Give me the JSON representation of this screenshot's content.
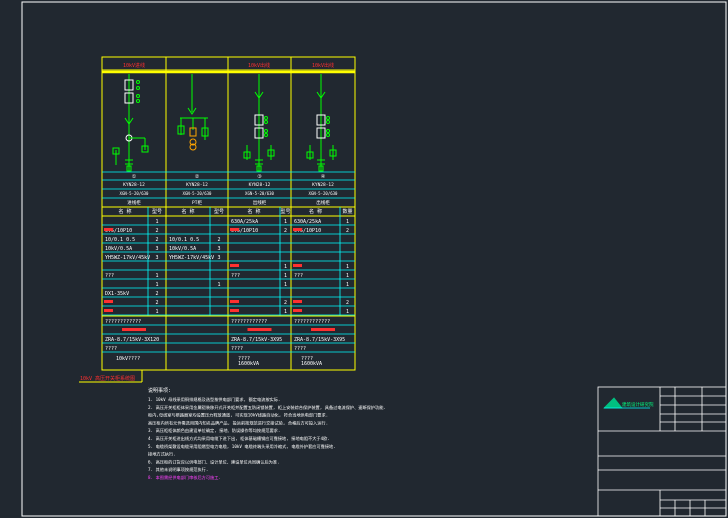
{
  "panel": {
    "headers": [
      "10kV进线",
      "",
      "10kV出线",
      "10kV出线"
    ],
    "circuit_numbers": [
      "①",
      "②",
      "③",
      "④"
    ],
    "cabinet_models": [
      "KYN28-12",
      "KYN28-12",
      "KYN28-12",
      "KYN28-12"
    ],
    "scheme_codes": [
      "XGN-5-20/630",
      "XGN-5-20/630",
      "XGN-5-20/630",
      "XGN-5-20/630"
    ],
    "purposes": [
      "进线柜",
      "PT柜",
      "出线柜",
      "出线柜"
    ],
    "table_header": [
      "名 称",
      "型号",
      "名 称",
      "型号",
      "名 称",
      "型号",
      "名 称",
      "数量"
    ],
    "rows": [
      [
        "",
        "1",
        "",
        "",
        "630A/25kA",
        "1",
        "630A/25kA",
        "1"
      ],
      [
        "0.5/10P10",
        "2",
        "",
        "",
        "0.5/10P10",
        "2",
        "0.5/10P10",
        "2"
      ],
      [
        "10/0.1   0.5",
        "2",
        "10/0.1   0.5",
        "2",
        "",
        "",
        "",
        ""
      ],
      [
        "10kV/0.5A",
        "3",
        "10kV/0.5A",
        "3",
        "",
        "",
        "",
        ""
      ],
      [
        "YH5WZ-17kV/45kV",
        "3",
        "YH5WZ-17kV/45kV",
        "3",
        "",
        "",
        "",
        ""
      ],
      [
        "",
        "",
        "",
        "",
        "",
        "1",
        "",
        "1"
      ],
      [
        "???",
        "1",
        "",
        "",
        "???",
        "1",
        "???",
        "1"
      ],
      [
        "",
        "1",
        "",
        "1",
        "",
        "1",
        "",
        "1"
      ],
      [
        "DX1-35kV",
        "2",
        "",
        "",
        "",
        "",
        "",
        ""
      ],
      [
        "",
        "2",
        "",
        "",
        "",
        "2",
        "",
        "2"
      ],
      [
        "",
        "1",
        "",
        "",
        "",
        "1",
        "",
        "1"
      ]
    ],
    "footer_top": [
      "????????????",
      "",
      "????????????",
      "????????????"
    ],
    "cable_model": [
      "ZRA-8.7/15kV-3X120",
      "",
      "ZRA-8.7/15kV-3X95",
      "ZRA-8.7/15kV-3X95"
    ],
    "cable_len": [
      "????",
      "",
      "????",
      "????"
    ],
    "capacity": [
      "10kV????",
      "",
      "????\n1600kVA",
      "????\n1600kVA"
    ],
    "side_label": "10kV 高压开关柜系统图"
  },
  "notes": {
    "title": "说明事项:",
    "items": [
      "1. 10kV 母线采用铜排规格及选型按供电部门要求, 额定电流按实际.",
      "2. 高压开关柜柜体采用金属铠装移开式开关柜并配置五防闭锁装置, 柜上安装综合保护装置, 具备过电流保护、速断保护功能.",
      "   柜内,母线室与断路器室均设置压力释放通道, 可实现10kV线路自动化, 符合当地供电部门要求.",
      "   高压柜内所有元件需选用国内知名品牌产品, 投运前按规范进行交接试验, 合格后方可投入运行.",
      "3. 高压柜柜体颜色由建设单位确定, 接地、防误操作等均按规范要求.",
      "4. 高压开关柜进出线方式均采用电缆下进下出, 柜体基础槽钢应可靠接地, 接地电阻不大于4欧.",
      "5. 电缆桥架敷设电缆采用阻燃型电力电缆, 10kV 电缆终端头采用冷缩式, 电缆外护套应可靠接地.",
      "   接地方式执行.",
      "6. 高压柜的订货应以供电部门、设计单位、建设单位共同确认后为准.",
      "7. 其他未说明事项按规范执行.",
      "8. 本图需经供电部门审核后方可施工."
    ]
  },
  "title_block": {
    "logo_text": "建筑设计研究院"
  },
  "colors": {
    "background": "#212830",
    "frame": "#ffffff",
    "table_line": "#00ffff",
    "border": "#ffff00",
    "circuit": "#00ff00",
    "breaker": "#ffffff",
    "text_white": "#ffffff",
    "text_red": "#ff3030",
    "text_magenta": "#ff40ff",
    "fuse": "#ffa500"
  }
}
